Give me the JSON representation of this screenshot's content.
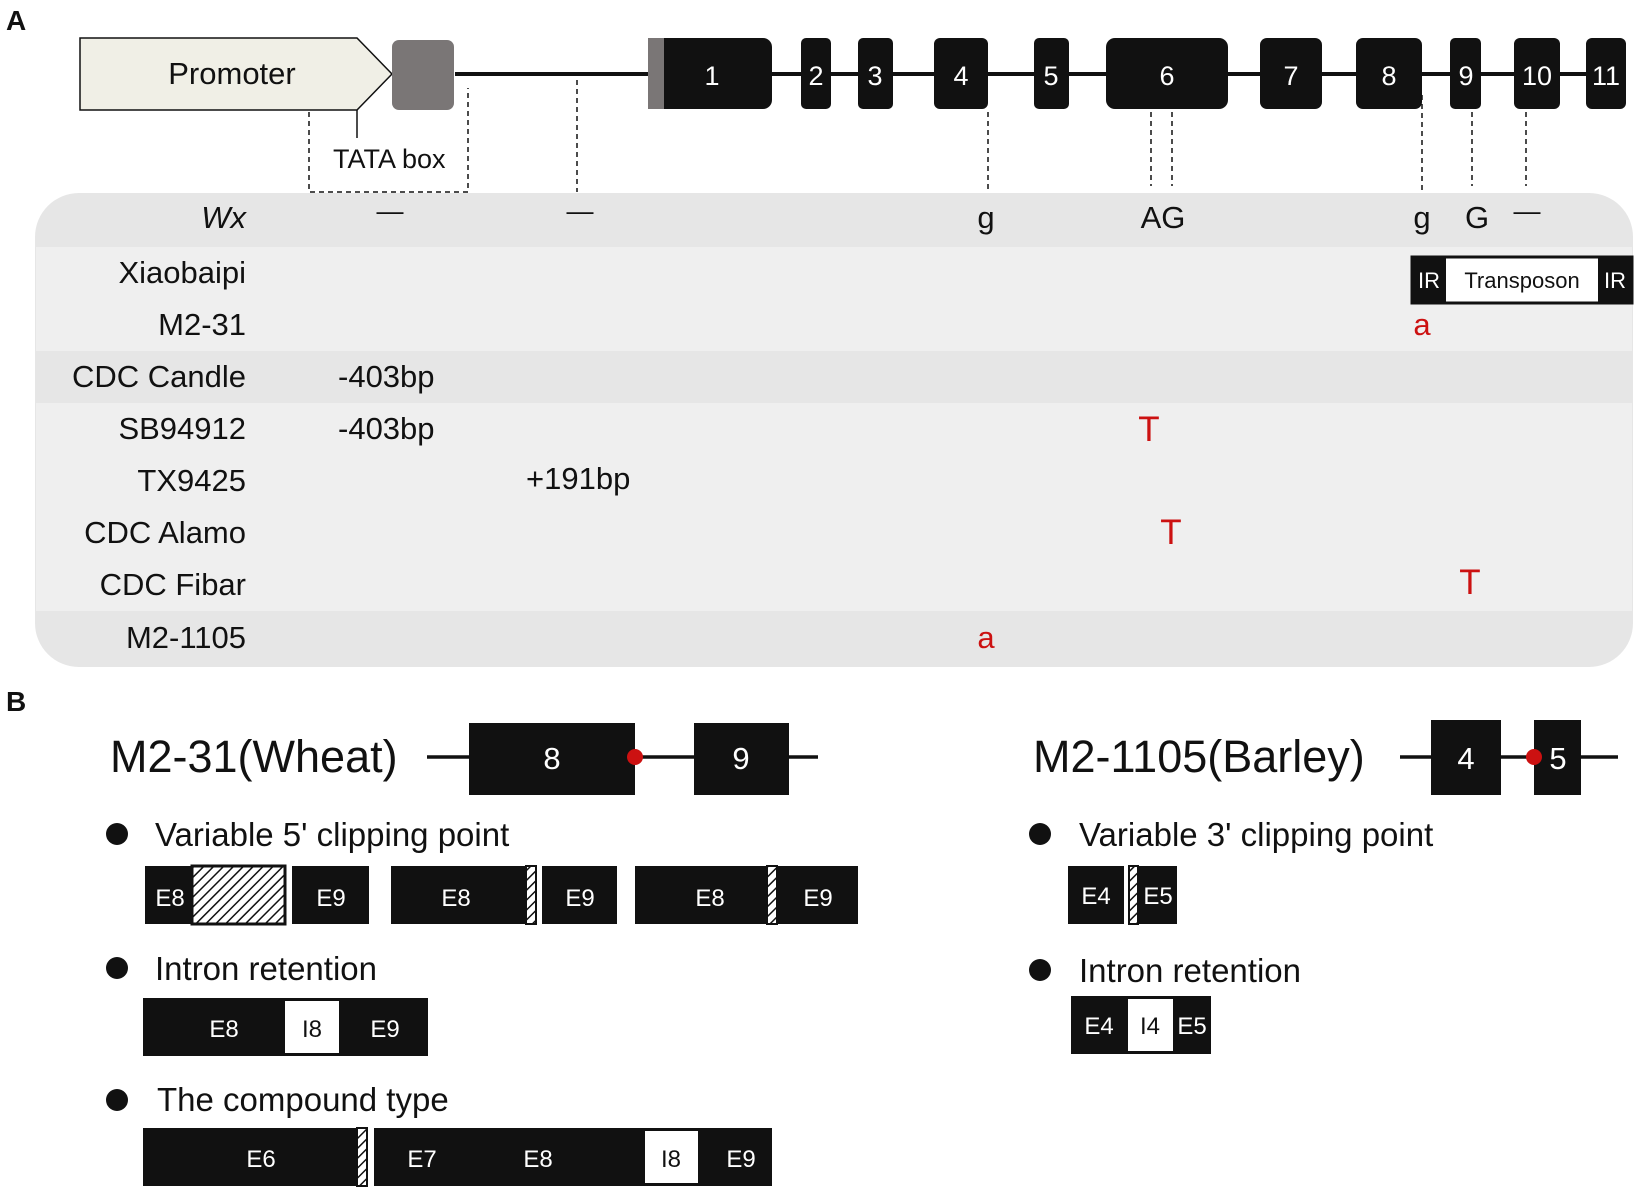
{
  "panel_labels": {
    "a": "A",
    "b": "B"
  },
  "panel_a": {
    "promoter_label": "Promoter",
    "tata_label": "TATA box",
    "exons": [
      "1",
      "2",
      "3",
      "4",
      "5",
      "6",
      "7",
      "8",
      "9",
      "10",
      "11"
    ],
    "reference_name": "Wx",
    "reference_marks": {
      "promoter": "—",
      "intron1": "—",
      "exon4": "g",
      "exon6": "AG",
      "exon8": "g",
      "exon9": "G",
      "exon10": "—"
    },
    "transposon": {
      "ir_left": "IR",
      "label": "Transposon",
      "ir_right": "IR"
    },
    "rows": [
      {
        "name": "Xiaobaipi"
      },
      {
        "name": "M2-31",
        "mark": "a"
      },
      {
        "name": "CDC Candle",
        "mark": "-403bp"
      },
      {
        "name": "SB94912",
        "mark": "-403bp",
        "mark2": "T"
      },
      {
        "name": "TX9425",
        "mark": "+191bp"
      },
      {
        "name": "CDC Alamo",
        "mark": "T"
      },
      {
        "name": "CDC Fibar",
        "mark": "T"
      },
      {
        "name": "M2-1105",
        "mark": "a"
      }
    ]
  },
  "panel_b": {
    "wheat": {
      "title": "M2-31(Wheat)",
      "exon_a": "8",
      "exon_b": "9",
      "variable_title": "Variable 5' clipping point",
      "v1": [
        "E8",
        "E9"
      ],
      "v2": [
        "E8",
        "E9"
      ],
      "v3": [
        "E8",
        "E9"
      ],
      "intron_title": "Intron retention",
      "ir": [
        "E8",
        "I8",
        "E9"
      ],
      "compound_title": "The compound type",
      "compound": [
        "E6",
        "E7",
        "E8",
        "I8",
        "E9"
      ]
    },
    "barley": {
      "title": "M2-1105(Barley)",
      "exon_a": "4",
      "exon_b": "5",
      "variable_title": "Variable 3' clipping point",
      "v1": [
        "E4",
        "E5"
      ],
      "intron_title": "Intron retention",
      "ir": [
        "E4",
        "I4",
        "E5"
      ]
    }
  },
  "colors": {
    "exon": "#111111",
    "mutation": "#cc1111",
    "panel_bg": "#e6e6e6",
    "promoter_fill": "#f0efe6",
    "utr": "#7a7676"
  }
}
